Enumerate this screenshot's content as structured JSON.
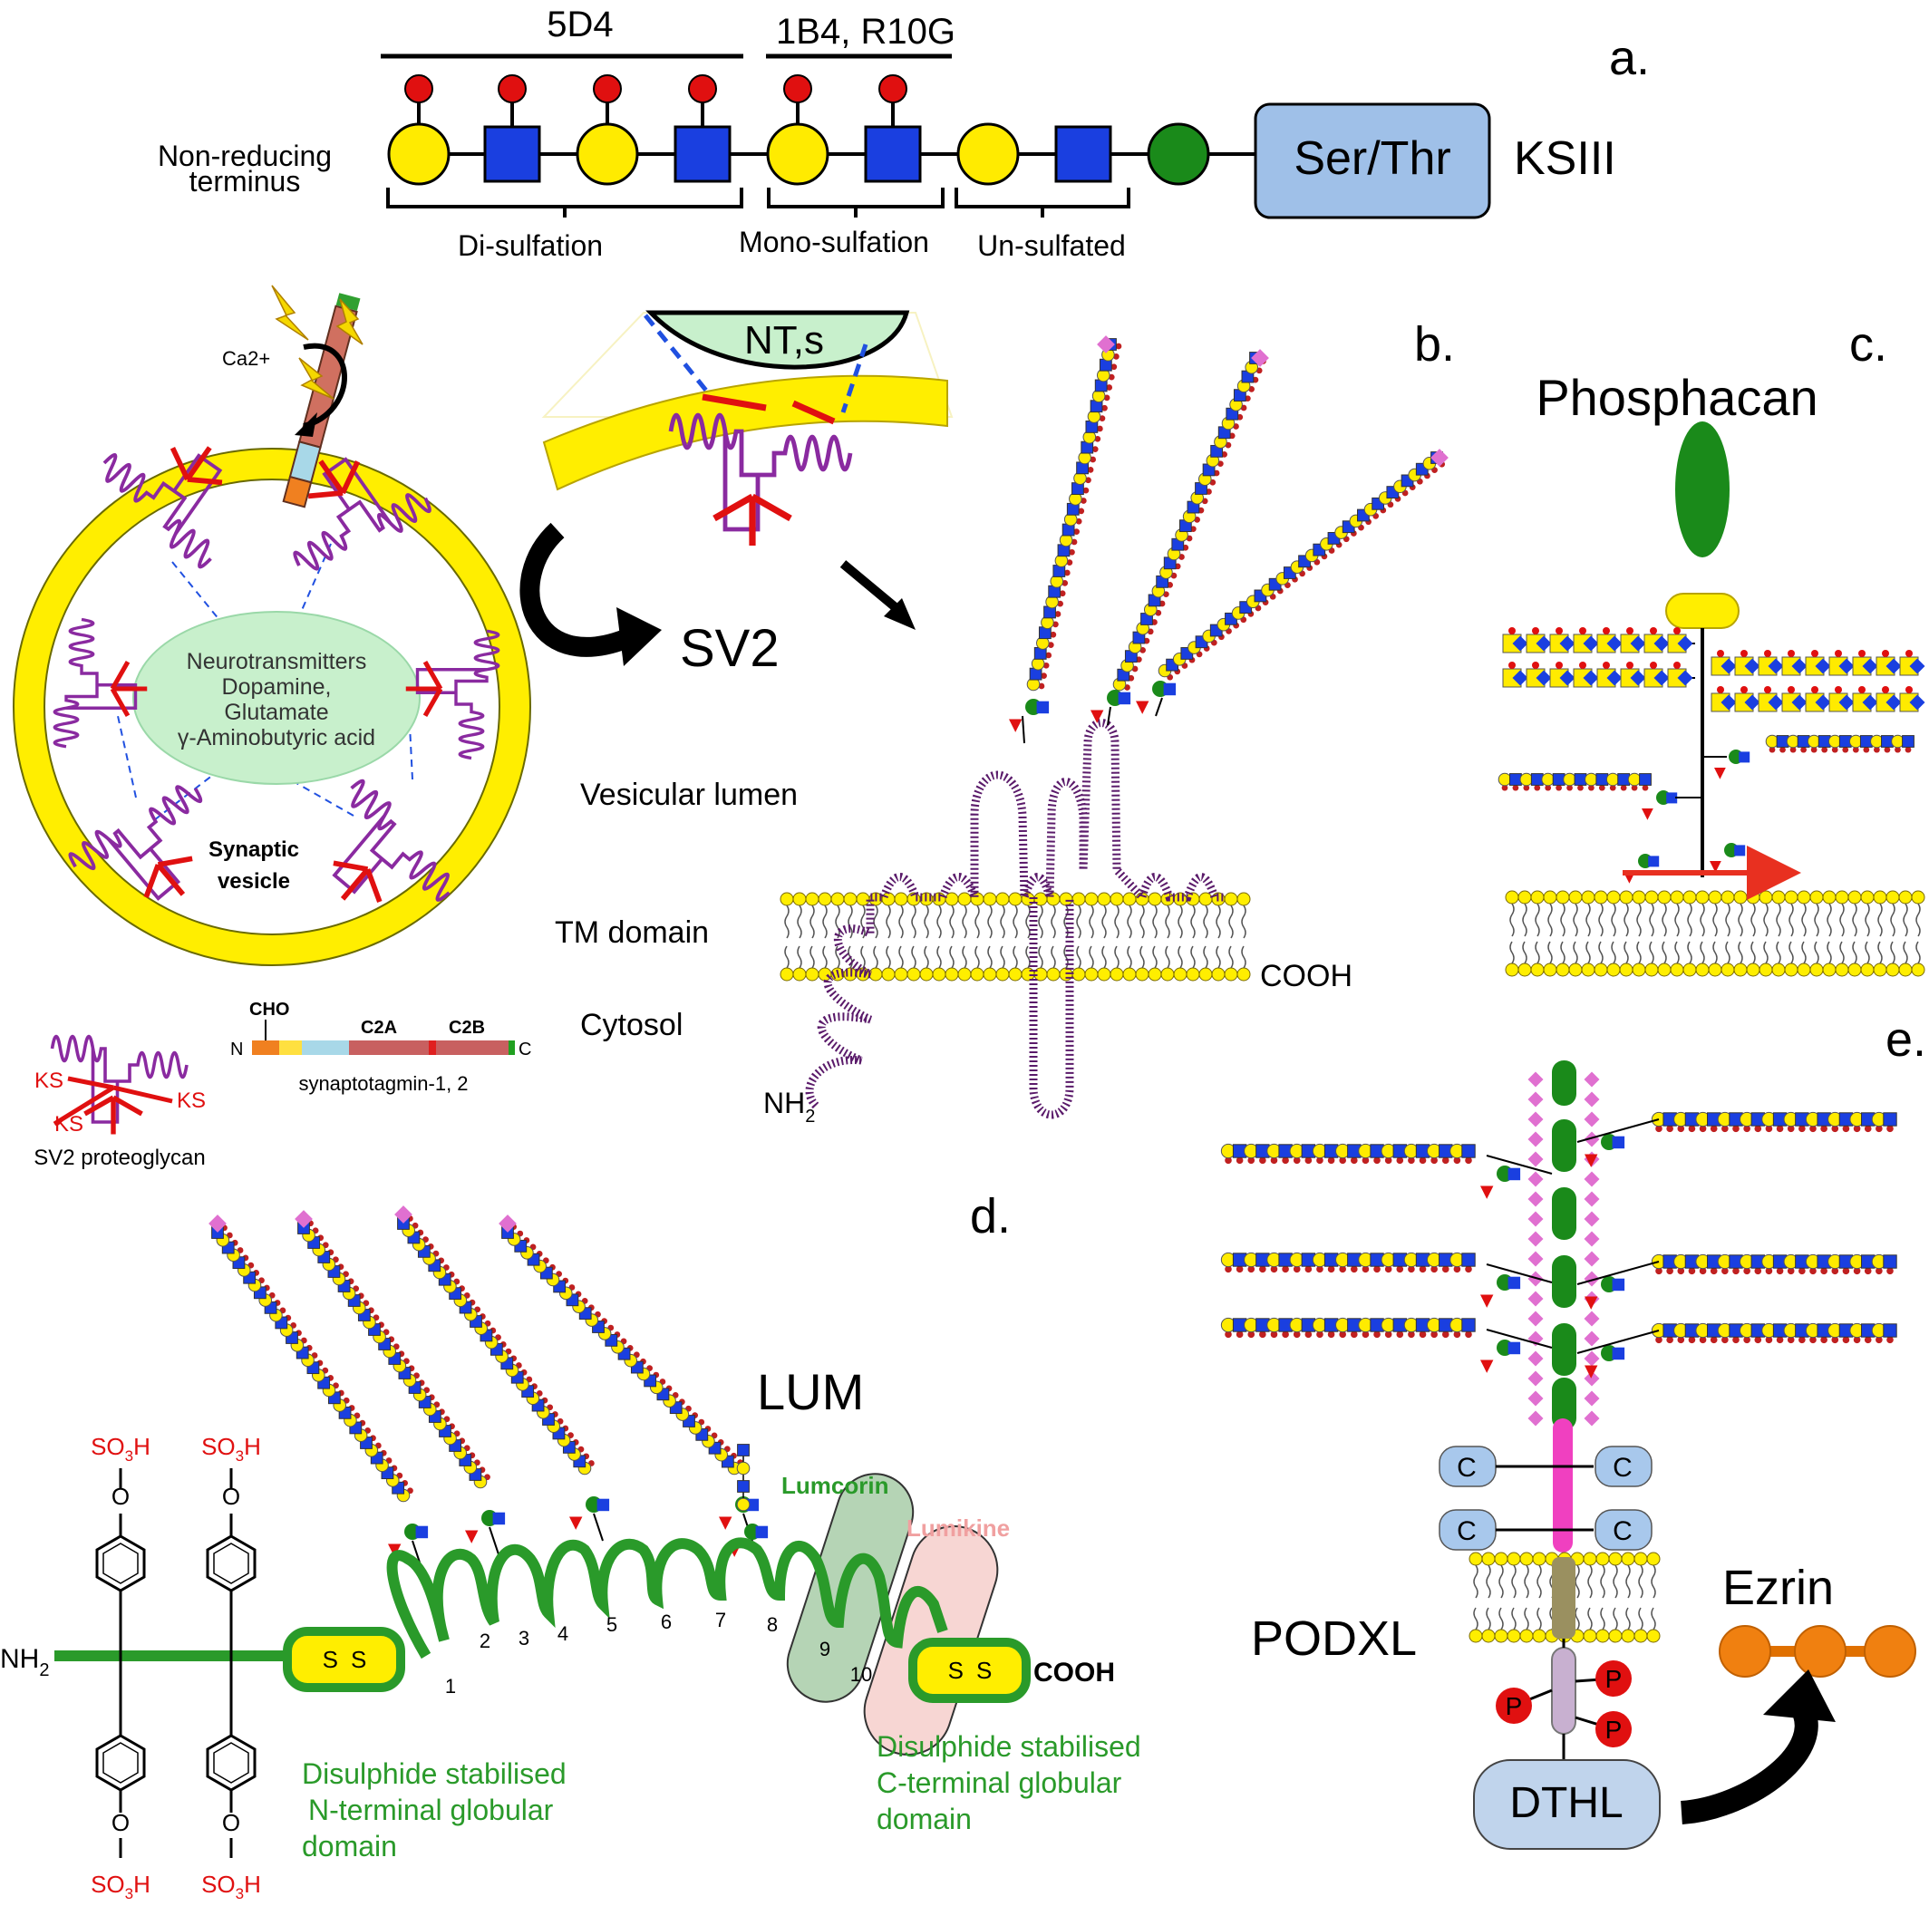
{
  "panel_a": {
    "letter": "a.",
    "epitope_left": "5D4",
    "epitope_right": "1B4, R10G",
    "terminus": [
      "Non-reducing",
      "terminus"
    ],
    "core_label": "Ser/Thr",
    "type_label": "KSIII",
    "bracket_labels": [
      "Di-sulfation",
      "Mono-sulfation",
      "Un-sulfated"
    ],
    "colors": {
      "galactose": "#ffeb00",
      "glcnac": "#1a3fe0",
      "sulfate": "#e01010",
      "core": "#1a8a1a",
      "box": "#9fc0e8"
    }
  },
  "panel_b": {
    "letter": "b.",
    "ca_label": "Ca2+",
    "nt_label": "NT,s",
    "sv2_label": "SV2",
    "neuro_lines": [
      "Neurotransmitters",
      "Dopamine,",
      "Glutamate",
      "γ-Aminobutyric acid"
    ],
    "vesicle_lines": [
      "Synaptic",
      "vesicle"
    ],
    "ks_labels": [
      "KS",
      "KS",
      "KS"
    ],
    "sv2_pg_label": "SV2 proteoglycan",
    "cho_label": "CHO",
    "c2a_label": "C2A",
    "c2b_label": "C2B",
    "n_label": "N",
    "c_label": "C",
    "syt_label": "synaptotagmin-1, 2",
    "lumen_label": "Vesicular lumen",
    "tm_label": "TM domain",
    "cytosol_label": "Cytosol",
    "cooh_label": "COOH",
    "nh2_label": "NH",
    "nh2_sub": "2"
  },
  "panel_c": {
    "letter": "c.",
    "title": "Phosphacan"
  },
  "panel_d": {
    "letter": "d.",
    "title": "LUM",
    "lumcorin": "Lumcorin",
    "lumikine": "Lumikine",
    "so3h": "SO",
    "so3h_sub": "3",
    "so3h_tail": "H",
    "o_label": "O",
    "nh2": "NH",
    "nh2_sub": "2",
    "ss": "S",
    "cooh": "COOH",
    "repeat_numbers": [
      "1",
      "2",
      "3",
      "4",
      "5",
      "6",
      "7",
      "8",
      "9",
      "10"
    ],
    "n_domain": [
      "Disulphide stabilised",
      "N-terminal globular",
      "domain"
    ],
    "c_domain": [
      "Disulphide stabilised",
      "C-terminal globular",
      "domain"
    ]
  },
  "panel_e": {
    "letter": "e.",
    "title": "PODXL",
    "c_label": "C",
    "p_label": "P",
    "dthl": "DTHL",
    "ezrin": "Ezrin"
  }
}
